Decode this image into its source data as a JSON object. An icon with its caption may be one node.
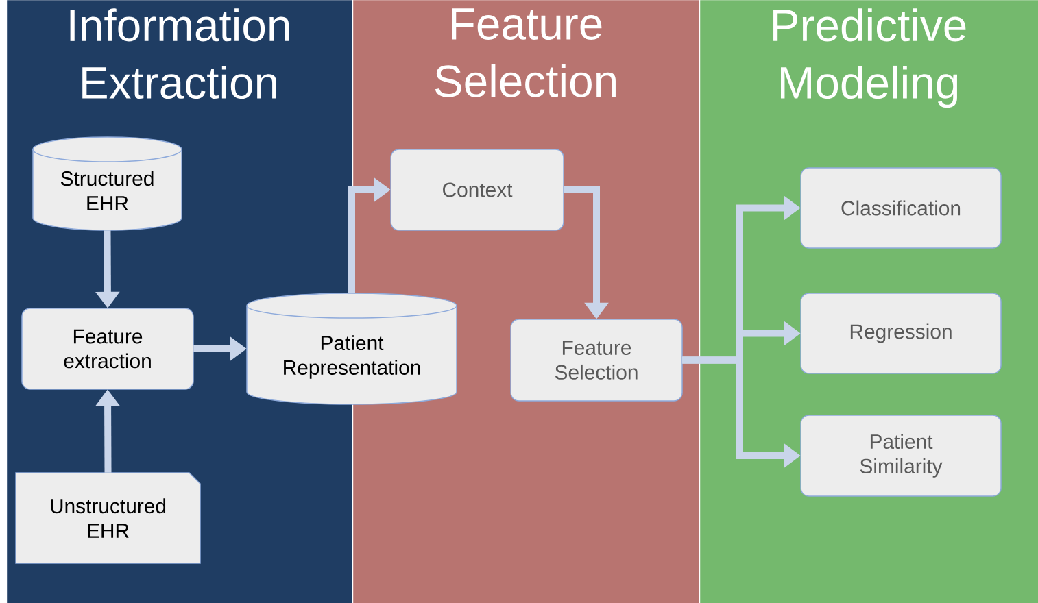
{
  "diagram": {
    "nodes": [
      {
        "text": [
          "Information Extraction"
        ]
      },
      {
        "text": [
          "Feature Selection"
        ]
      },
      {
        "text": [
          "Predictive Modeling"
        ]
      },
      {
        "text": [
          "Structured EHR"
        ],
        "in": 0
      },
      {
        "text": [
          "Feature extraction"
        ],
        "in": 0
      },
      {
        "text": [
          "Unstructured EHR"
        ],
        "in": 0
      },
      {
        "text": [
          "Patient Representation"
        ]
      },
      {
        "text": [
          "Context"
        ],
        "in": 1
      },
      {
        "text": [
          "Feature Selection"
        ],
        "in": 1
      },
      {
        "text": [
          "Classification"
        ],
        "in": 2
      },
      {
        "text": [
          "Regression"
        ],
        "in": 2
      },
      {
        "text": [
          "Patient Similarity"
        ],
        "in": 2
      }
    ],
    "edges": [
      {
        "from": 3,
        "to": 4,
        "arrow": "to"
      },
      {
        "from": 5,
        "to": 4,
        "arrow": "to"
      },
      {
        "from": 4,
        "to": 6,
        "arrow": "to"
      },
      {
        "from": 6,
        "to": 7,
        "arrow": "to"
      },
      {
        "from": 7,
        "to": 8,
        "arrow": "to"
      },
      {
        "from": 8,
        "to": 9,
        "arrow": "to"
      },
      {
        "from": 8,
        "to": 10,
        "arrow": "to"
      },
      {
        "from": 8,
        "to": 11,
        "arrow": "to"
      }
    ]
  }
}
